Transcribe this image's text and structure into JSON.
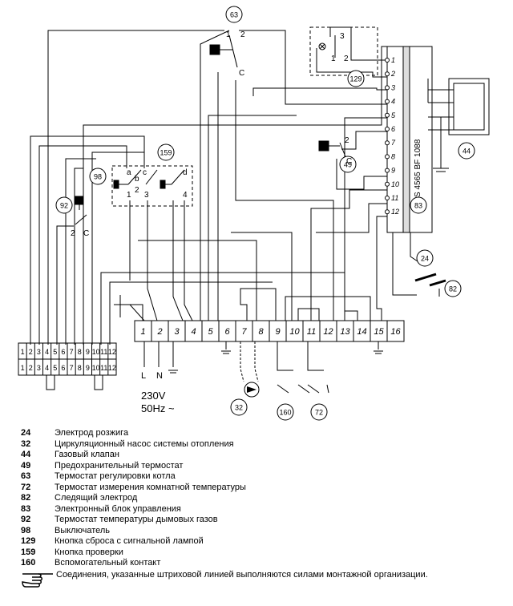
{
  "diagram": {
    "component_labels": [
      "63",
      "129",
      "44",
      "159",
      "98",
      "49",
      "92",
      "83",
      "24",
      "82",
      "32",
      "160",
      "72"
    ],
    "switch_labels": {
      "t63": [
        "1",
        "2",
        "C"
      ],
      "t129": [
        "3",
        "1",
        "2"
      ],
      "t49": [
        "2",
        "C"
      ],
      "t92": [
        "2",
        "C"
      ],
      "t98_top": [
        "a",
        "b",
        "c"
      ],
      "t98_bottom": [
        "1",
        "2",
        "3"
      ],
      "t159_top": [
        "d"
      ],
      "t159_bottom": [
        "4"
      ]
    },
    "control_unit_pins": [
      "1",
      "2",
      "3",
      "4",
      "5",
      "6",
      "7",
      "8",
      "9",
      "10",
      "11",
      "12"
    ],
    "control_unit_model": "S 4565 BF 1088",
    "terminal_block": [
      "1",
      "2",
      "3",
      "4",
      "5",
      "6",
      "7",
      "8",
      "9",
      "10",
      "11",
      "12",
      "13",
      "14",
      "15",
      "16"
    ],
    "connector_pins": [
      "1",
      "2",
      "3",
      "4",
      "5",
      "6",
      "7",
      "8",
      "9",
      "10",
      "11",
      "12"
    ],
    "supply_labels": [
      "L",
      "N"
    ],
    "voltage": "230V",
    "frequency": "50Hz ~"
  },
  "legend": [
    {
      "num": "24",
      "desc": "Электрод розжига"
    },
    {
      "num": "32",
      "desc": "Циркуляционный насос системы отопления"
    },
    {
      "num": "44",
      "desc": "Газовый клапан"
    },
    {
      "num": "49",
      "desc": "Предохранительный термостат"
    },
    {
      "num": "63",
      "desc": "Термостат регулировки котла"
    },
    {
      "num": "72",
      "desc": "Термостат измерения комнатной температуры"
    },
    {
      "num": "82",
      "desc": "Следящий электрод"
    },
    {
      "num": "83",
      "desc": "Электронный блок управления"
    },
    {
      "num": "92",
      "desc": "Термостат температуры дымовых газов"
    },
    {
      "num": "98",
      "desc": "Выключатель"
    },
    {
      "num": "129",
      "desc": "Кнопка сброса с сигнальной лампой"
    },
    {
      "num": "159",
      "desc": "Кнопка проверки"
    },
    {
      "num": "160",
      "desc": "Вспомогательный контакт"
    }
  ],
  "note": "Соединения, указанные штриховой линией выполняются силами монтажной организации.",
  "note_icon": "pointing-hand-icon"
}
